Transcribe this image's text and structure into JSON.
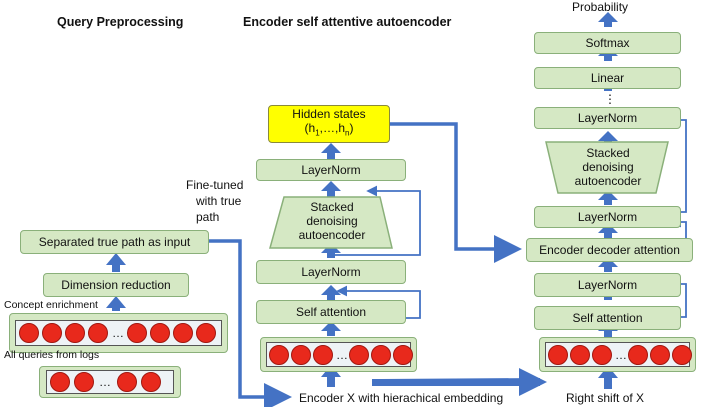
{
  "sections": {
    "query_preprocessing": "Query Preprocessing",
    "encoder": "Encoder self attentive autoencoder",
    "probability": "Probability"
  },
  "left": {
    "separated": "Separated true path as input",
    "dimension": "Dimension reduction",
    "concept": "Concept enrichment",
    "all_queries": "All queries from logs",
    "ellipsis": "…"
  },
  "middle": {
    "hidden_line1": "Hidden states",
    "hidden_line2_pre": "(h",
    "hidden_sub1": "1",
    "hidden_mid": ",…,h",
    "hidden_subn": "n",
    "hidden_post": ")",
    "layernorm_top": "LayerNorm",
    "stacked_line1": "Stacked",
    "stacked_line2": "denoising",
    "stacked_line3": "autoencoder",
    "layernorm_mid": "LayerNorm",
    "self_attention": "Self attention",
    "ellipsis": "…",
    "fine_tuned_line1": "Fine-tuned",
    "fine_tuned_line2": "with true",
    "fine_tuned_line3": "path",
    "encoder_x": "Encoder X with hierachical embedding"
  },
  "right": {
    "softmax": "Softmax",
    "linear": "Linear",
    "vdots": "⋮",
    "layernorm_top": "LayerNorm",
    "stacked_line1": "Stacked",
    "stacked_line2": "denoising",
    "stacked_line3": "autoencoder",
    "layernorm_2": "LayerNorm",
    "enc_dec": "Encoder decoder attention",
    "layernorm_3": "LayerNorm",
    "self_attention": "Self attention",
    "ellipsis": "…",
    "right_shift": "Right shift of X"
  },
  "colors": {
    "box_fill": "#d5e8c4",
    "box_border": "#8ab07a",
    "hidden_fill": "#ffff00",
    "arrow_blue": "#4472c4",
    "dot_red": "#e8291c"
  }
}
